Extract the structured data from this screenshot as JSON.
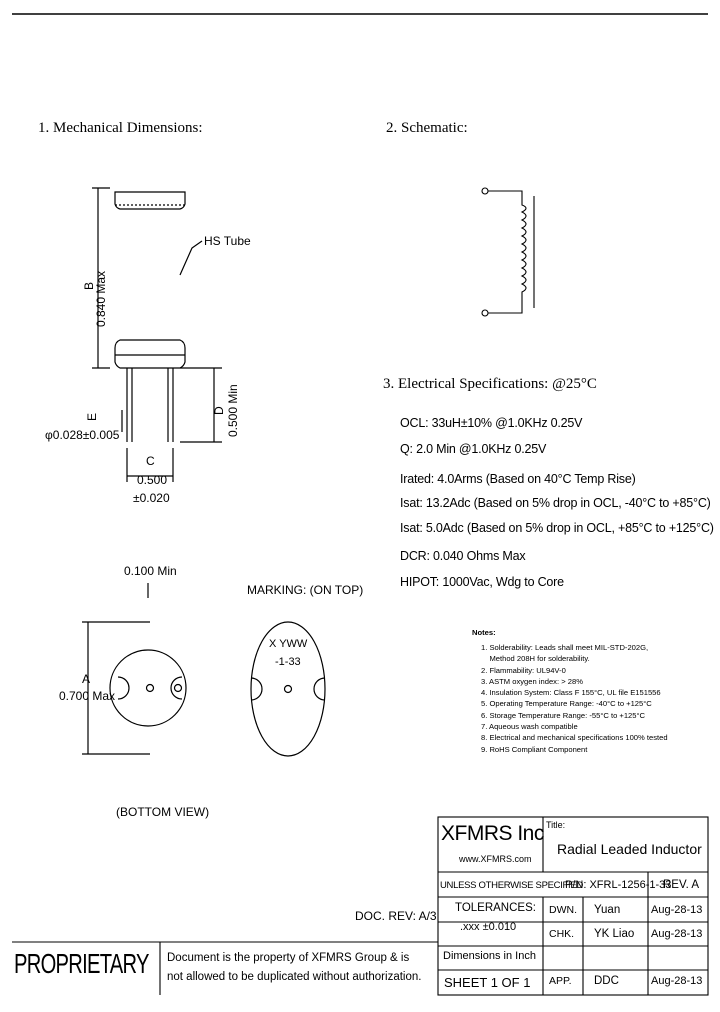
{
  "headings": {
    "mech": "1. Mechanical Dimensions:",
    "schem": "2. Schematic:",
    "elec": "3. Electrical Specifications: @25°C"
  },
  "dimensions": {
    "b_letter": "B",
    "b_value": "0.840 Max",
    "hs_tube": "HS Tube",
    "d_letter": "D",
    "d_value": "0.500 Min",
    "e_letter": "E",
    "e_value": "φ0.028±0.005",
    "c_letter": "C",
    "c_value": "0.500",
    "c_tol": "±0.020",
    "top_min": "0.100 Min",
    "a_letter": "A",
    "a_value": "0.700 Max",
    "marking": "MARKING: (ON TOP)",
    "mark_line1": "X YWW",
    "mark_line2": "-1-33",
    "bottom_view": "(BOTTOM VIEW)"
  },
  "specs": [
    "OCL: 33uH±10% @1.0KHz 0.25V",
    "Q: 2.0 Min @1.0KHz 0.25V",
    "Irated: 4.0Arms (Based on 40°C Temp Rise)",
    "Isat: 13.2Adc (Based on 5% drop in OCL, -40°C to +85°C)",
    "Isat: 5.0Adc (Based on 5% drop in OCL, +85°C to +125°C)",
    "DCR: 0.040 Ohms Max",
    "HIPOT: 1000Vac, Wdg to Core"
  ],
  "notes": {
    "title": "Notes:",
    "items": [
      "1. Solderability: Leads shall meet MIL-STD-202G,",
      "    Method 208H for solderability.",
      "2. Flammability: UL94V-0",
      "3. ASTM oxygen index: > 28%",
      "4. Insulation System: Class F 155°C, UL file E151556",
      "5. Operating Temperature Range: -40°C to +125°C",
      "6. Storage Temperature Range: -55°C to +125°C",
      "7. Aqueous wash compatible",
      "8. Electrical and mechanical specifications 100% tested",
      "9. RoHS Compliant Component"
    ]
  },
  "title_block": {
    "company": "XFMRS Inc",
    "website": "www.XFMRS.com",
    "title_label": "Title:",
    "title": "Radial Leaded Inductor",
    "unless": "UNLESS OTHERWISE SPECIFIED",
    "pn": "P/N: XFRL-1256-1-33",
    "rev": "REV. A",
    "tolerances": "TOLERANCES:",
    "tol_value": ".xxx ±0.010",
    "dimensions": "Dimensions in Inch",
    "sheet": "SHEET 1 OF 1",
    "rows": [
      {
        "role": "DWN.",
        "name": "Yuan",
        "date": "Aug-28-13"
      },
      {
        "role": "CHK.",
        "name": "YK Liao",
        "date": "Aug-28-13"
      },
      {
        "role": "APP.",
        "name": "DDC",
        "date": "Aug-28-13"
      }
    ]
  },
  "doc_rev": "DOC. REV: A/3",
  "proprietary": "PROPRIETARY",
  "proprietary_text1": "Document is the property of XFMRS Group & is",
  "proprietary_text2": "not allowed to be duplicated without authorization."
}
